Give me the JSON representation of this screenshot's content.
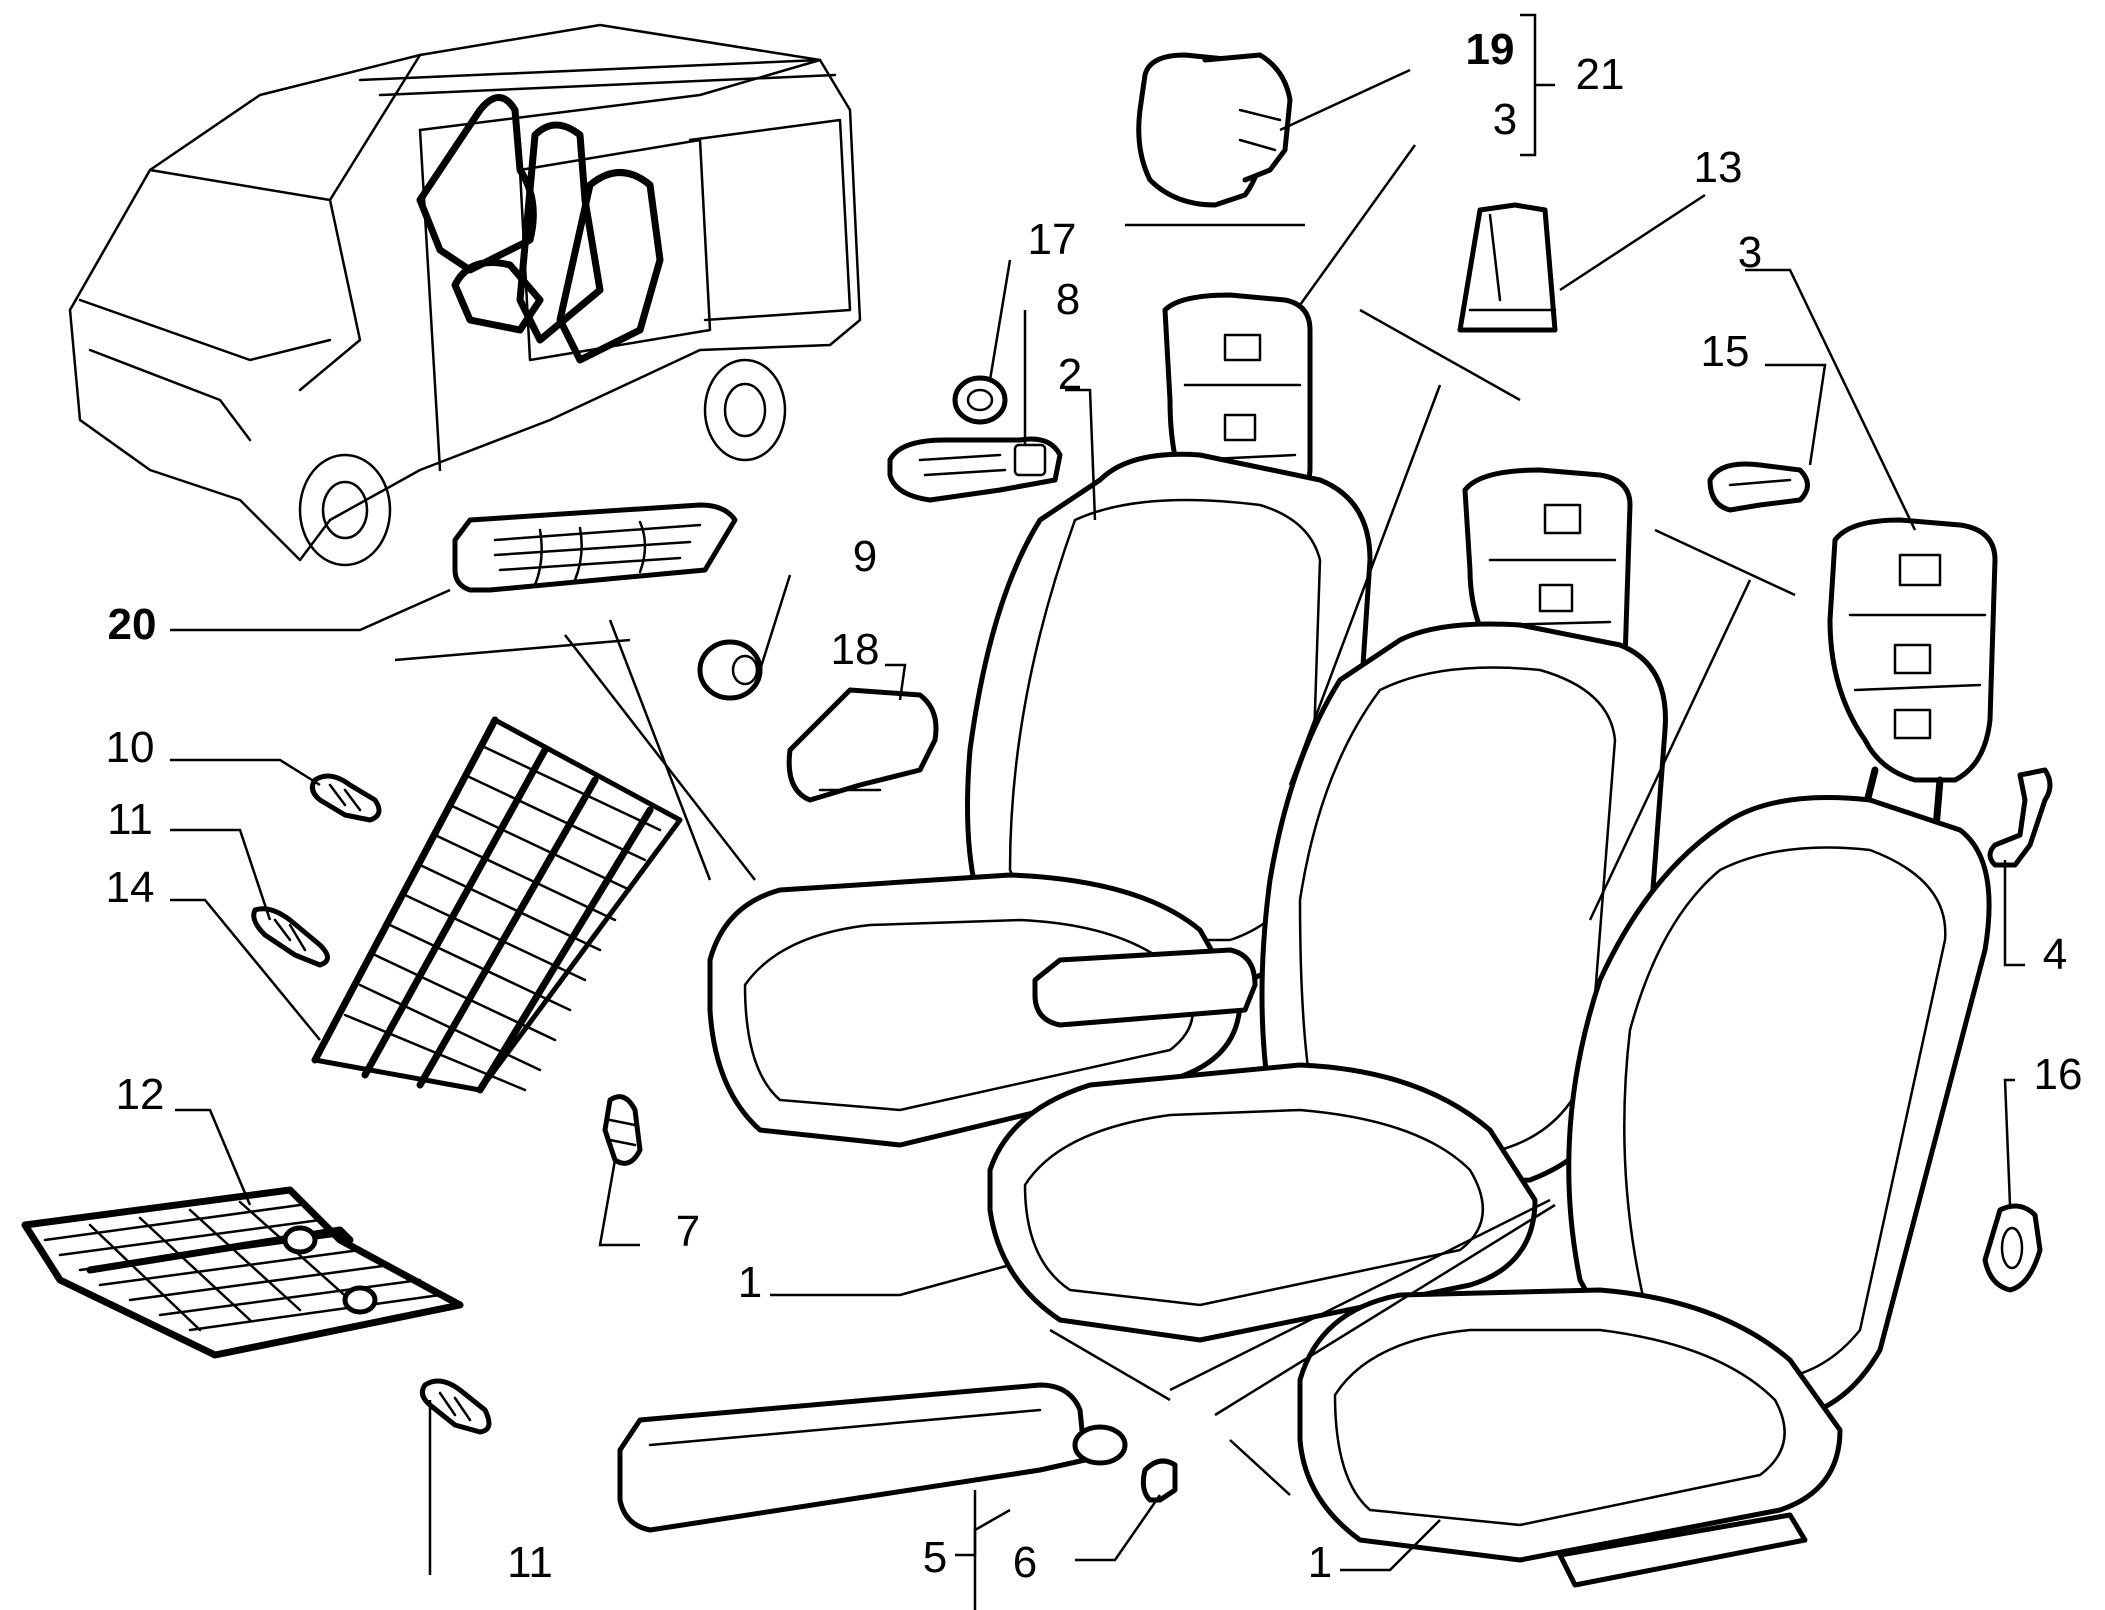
{
  "callouts": [
    {
      "id": "c19",
      "text": "19"
    },
    {
      "id": "c21",
      "text": "21"
    },
    {
      "id": "c3a",
      "text": "3"
    },
    {
      "id": "c13",
      "text": "13"
    },
    {
      "id": "c3b",
      "text": "3"
    },
    {
      "id": "c17",
      "text": "17"
    },
    {
      "id": "c8",
      "text": "8"
    },
    {
      "id": "c2",
      "text": "2"
    },
    {
      "id": "c15",
      "text": "15"
    },
    {
      "id": "c9",
      "text": "9"
    },
    {
      "id": "c18",
      "text": "18"
    },
    {
      "id": "c20",
      "text": "20"
    },
    {
      "id": "c10",
      "text": "10"
    },
    {
      "id": "c11a",
      "text": "11"
    },
    {
      "id": "c14",
      "text": "14"
    },
    {
      "id": "c12",
      "text": "12"
    },
    {
      "id": "c7",
      "text": "7"
    },
    {
      "id": "c1a",
      "text": "1"
    },
    {
      "id": "c4",
      "text": "4"
    },
    {
      "id": "c16",
      "text": "16"
    },
    {
      "id": "c11b",
      "text": "11"
    },
    {
      "id": "c5",
      "text": "5"
    },
    {
      "id": "c6",
      "text": "6"
    },
    {
      "id": "c1b",
      "text": "1"
    }
  ]
}
